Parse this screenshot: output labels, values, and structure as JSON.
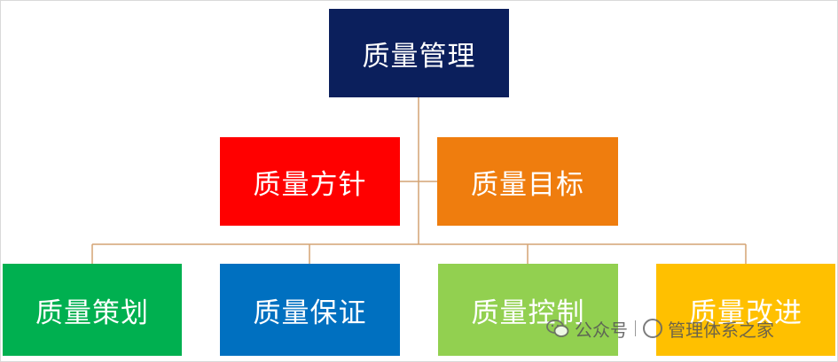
{
  "diagram": {
    "root": {
      "label": "质量管理",
      "color": "#0b1f5c"
    },
    "level2": [
      {
        "label": "质量方针",
        "color": "#ff0000"
      },
      {
        "label": "质量目标",
        "color": "#ef7d0e"
      }
    ],
    "level3": [
      {
        "label": "质量策划",
        "color": "#00b050"
      },
      {
        "label": "质量保证",
        "color": "#0070c0"
      },
      {
        "label": "质量控制",
        "color": "#92d050"
      },
      {
        "label": "质量改进",
        "color": "#ffc000"
      }
    ],
    "connector_color": "#d4a373"
  },
  "watermark": {
    "prefix": "公众号",
    "name": "管理体系之家"
  }
}
